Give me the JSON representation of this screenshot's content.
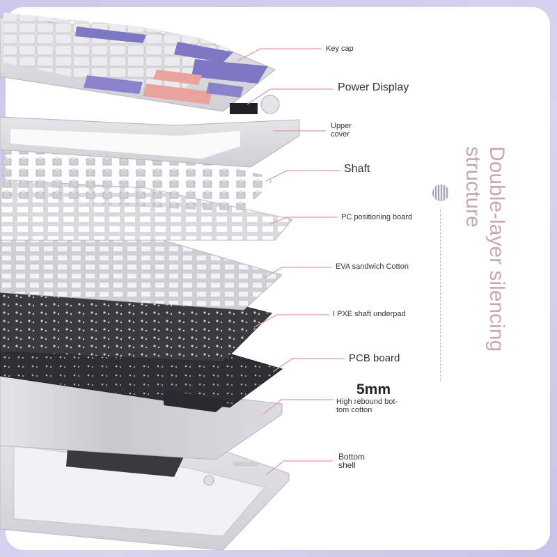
{
  "labels": {
    "key_cap": "Key cap",
    "power_display": "Power Display",
    "upper_cover_1": "Upper",
    "upper_cover_2": "cover",
    "shaft": "Shaft",
    "pc_board": "PC positioning board",
    "eva": "EVA sandwich Cotton",
    "ixpe": "I PXE shaft underpad",
    "pcb": "PCB board",
    "thickness": "5mm",
    "bottom_cotton_1": "High rebound bot-",
    "bottom_cotton_2": "tom cotton",
    "bottom_shell_1": "Bottom",
    "bottom_shell_2": "shell"
  },
  "side": {
    "title_line1": "Double-layer silencing",
    "title_line2": "structure",
    "icon": "sound-wave-icon"
  },
  "colors": {
    "background": "#cfc9ea",
    "card": "#ffffff",
    "leader": "#e29aa6",
    "accent_title": "#c9a6b4",
    "keycap_purple": "#7e78c4",
    "keycap_pink": "#e8a39c",
    "keycap_white": "#e9e9ec",
    "pcb_dark": "#2f2f33"
  }
}
